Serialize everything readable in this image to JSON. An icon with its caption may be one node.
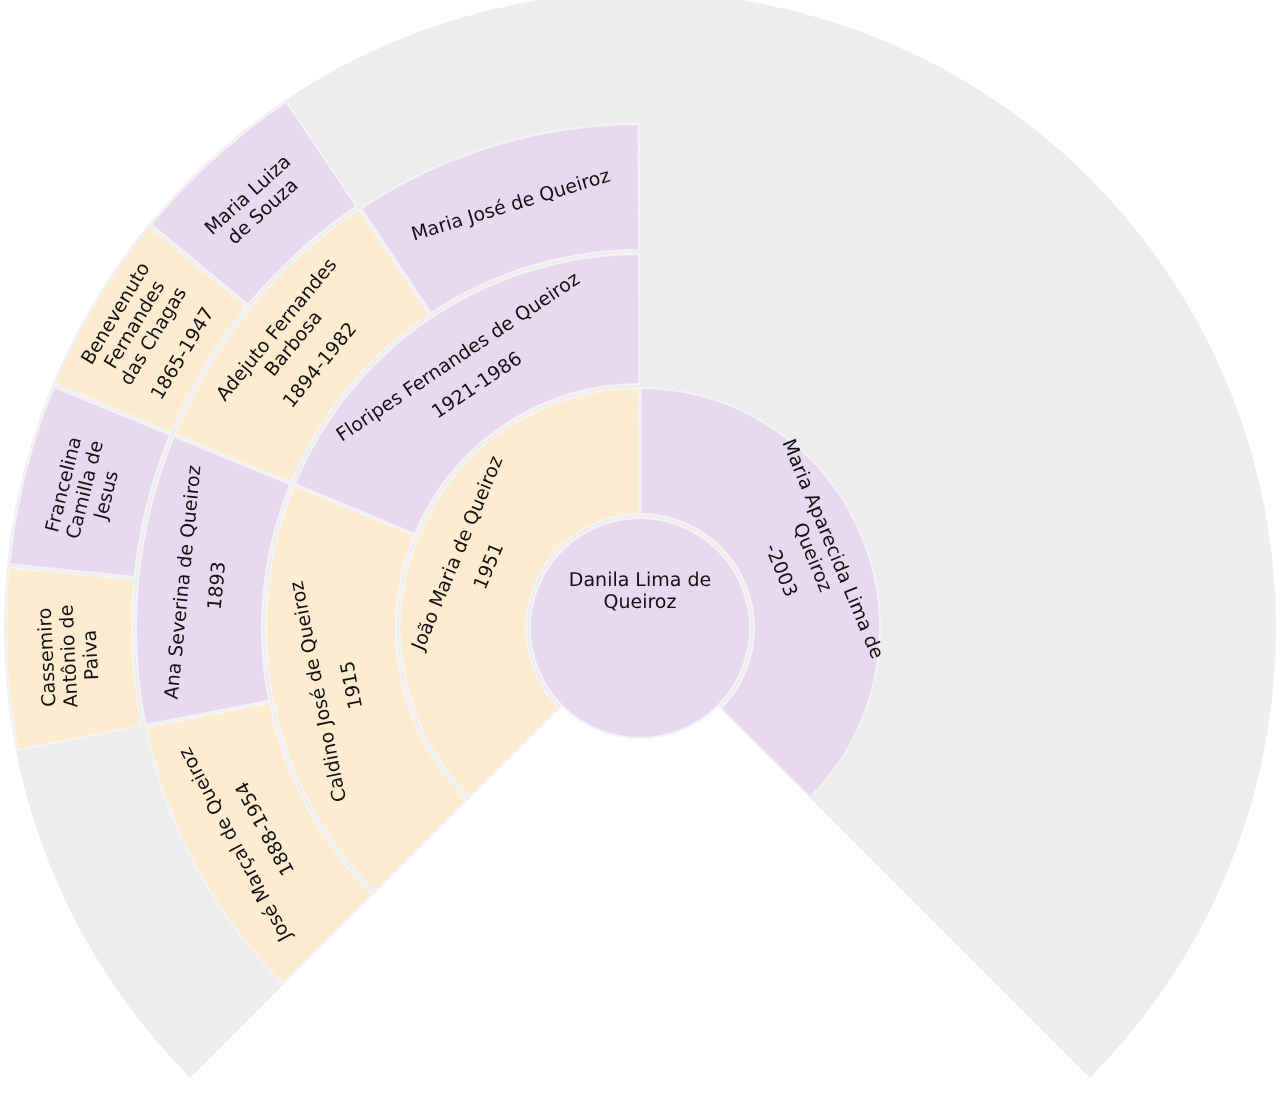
{
  "diagram": {
    "nodes": [
      {
        "text": [
          "Danila Lima de Queiroz"
        ]
      },
      {
        "text": [
          "João Maria de Queiroz",
          "1951"
        ]
      },
      {
        "text": [
          "Maria Aparecida Lima de Queiroz",
          "-2003"
        ]
      },
      {
        "text": [
          "Caldino José de Queiroz",
          "1915"
        ]
      },
      {
        "text": [
          "Floripes Fernandes de Queiroz",
          "1921-1986"
        ]
      },
      {
        "text": [
          "José Marçal de Queiroz",
          "1888-1954"
        ]
      },
      {
        "text": [
          "Ana Severina de Queiroz",
          "1893"
        ]
      },
      {
        "text": [
          "Adejuto Fernandes Barbosa",
          "1894-1982"
        ]
      },
      {
        "text": [
          "Maria José de Queiroz"
        ]
      },
      {
        "text": [
          "Cassemiro Antônio de Paiva"
        ]
      },
      {
        "text": [
          "Francelina Camilla de Jesus"
        ]
      },
      {
        "text": [
          "Benevenuto Fernandes das Chagas",
          "1865-1947"
        ]
      },
      {
        "text": [
          "Maria Luiza de Souza"
        ]
      }
    ]
  }
}
